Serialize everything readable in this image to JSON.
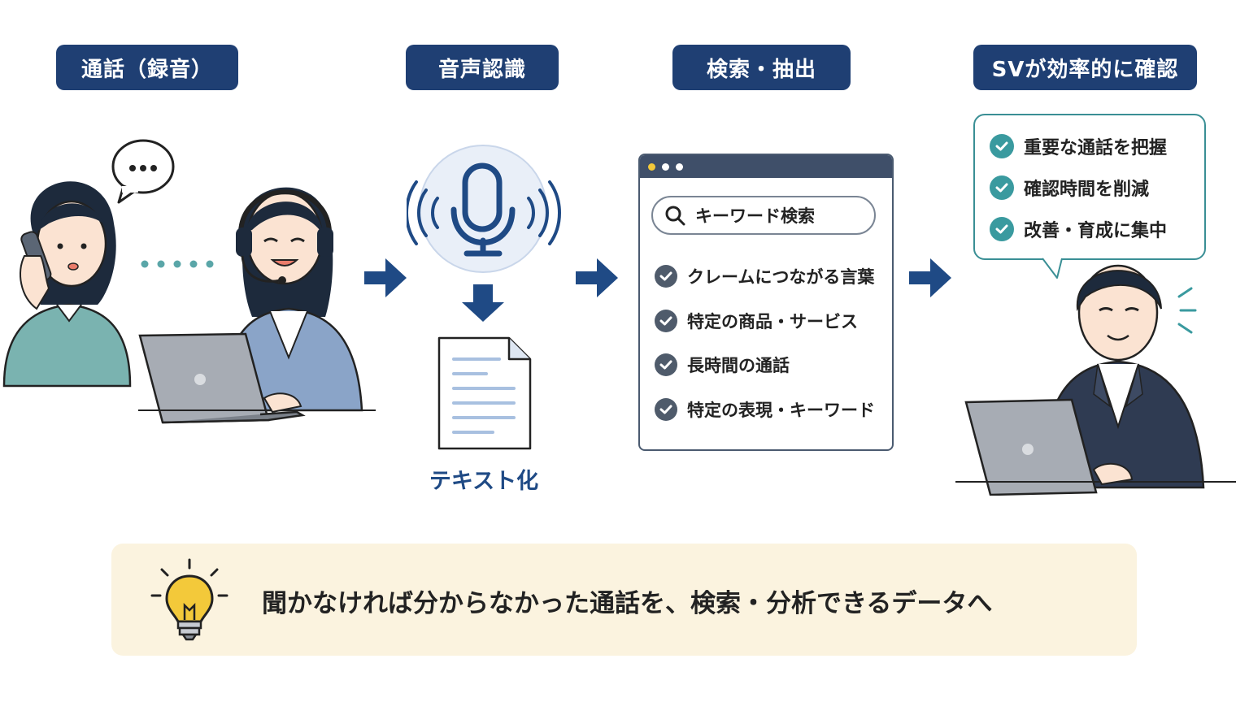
{
  "steps": [
    {
      "label": "通話（録音）"
    },
    {
      "label": "音声認識"
    },
    {
      "label": "検索・抽出"
    },
    {
      "label": "SVが効率的に確認"
    }
  ],
  "speech_bubble": "…",
  "doc_caption": "テキスト化",
  "search": {
    "placeholder": "キーワード検索",
    "criteria": [
      "クレームにつながる言葉",
      "特定の商品・サービス",
      "長時間の通話",
      "特定の表現・キーワード"
    ]
  },
  "benefits": [
    "重要な通話を把握",
    "確認時間を削減",
    "改善・育成に集中"
  ],
  "banner": "聞かなければ分からなかった通話を、検索・分析できるデータへ",
  "colors": {
    "navy": "#1f3f73",
    "arrow": "#1f4a85",
    "teal": "#3a9a9f",
    "banner_bg": "#fbf3df",
    "bulb": "#f3c93a"
  }
}
